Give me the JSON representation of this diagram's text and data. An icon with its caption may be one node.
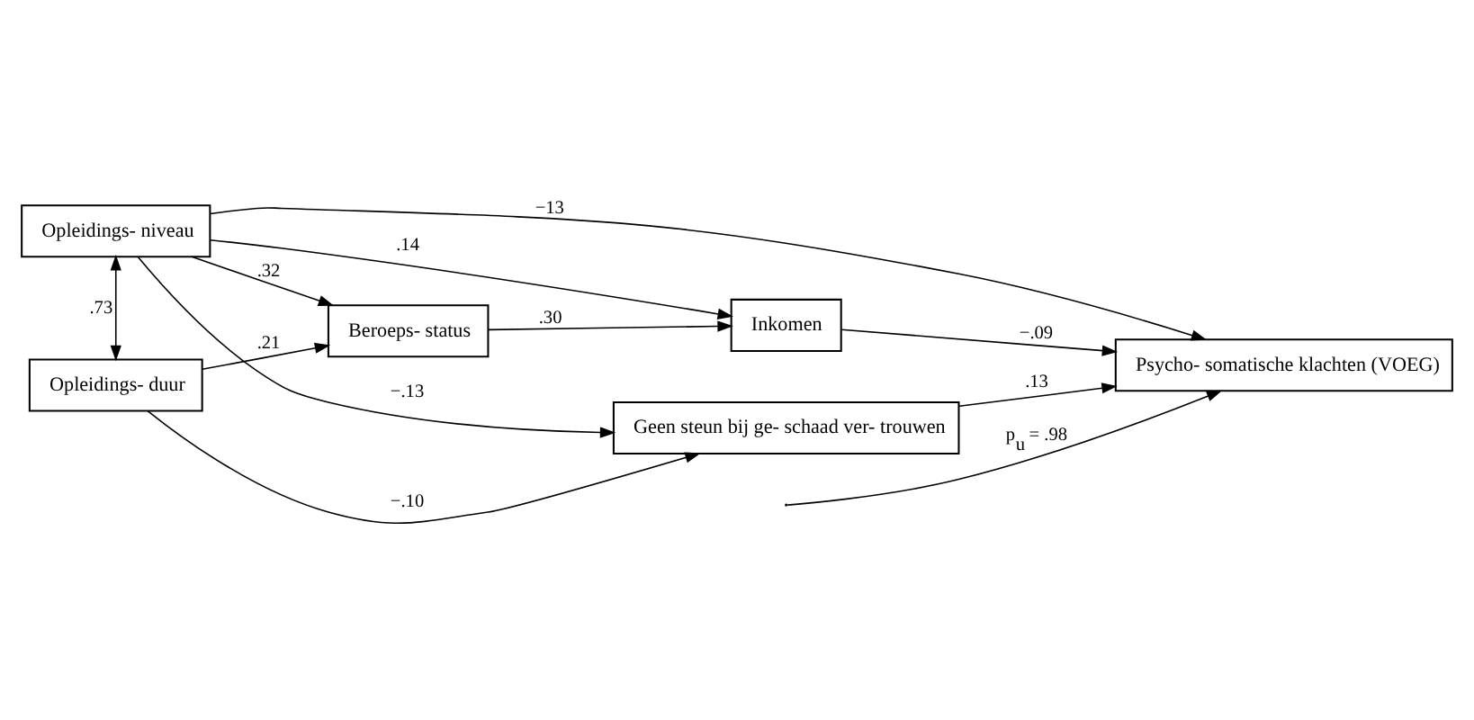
{
  "diagram": {
    "nodes": [
      {
        "text": [
          "Beroeps- status"
        ]
      },
      {
        "text": [
          "Inkomen"
        ]
      },
      {
        "text": [
          "Opleidings- niveau"
        ]
      },
      {
        "text": [
          "Geen steun bij ge- schaad ver- trouwen"
        ]
      },
      {
        "text": [
          "Psycho- somatische klachten (VOEG)"
        ]
      },
      {
        "text": [
          "Opleidings- duur"
        ]
      }
    ],
    "edges": [
      {
        "from": 0,
        "to": 1,
        "arrow": "to",
        "label": ".30"
      },
      {
        "from": 2,
        "to": 0,
        "arrow": "to",
        "label": ".32"
      },
      {
        "from": 5,
        "to": 0,
        "arrow": "to",
        "label": ".21"
      },
      {
        "from": 2,
        "to": 1,
        "arrow": "to",
        "label": ".14"
      },
      {
        "from": 1,
        "to": 4,
        "arrow": "to",
        "label": "−.09"
      },
      {
        "from": 2,
        "to": 4,
        "arrow": "to",
        "label": "−13"
      },
      {
        "from": null,
        "to": 4,
        "arrow": "to",
        "label": "p$_{u}$ = .98"
      },
      {
        "from": 2,
        "to": 3,
        "arrow": "to",
        "label": "−.13"
      },
      {
        "from": 2,
        "to": 5,
        "arrow": "both",
        "label": ".73"
      },
      {
        "from": 3,
        "to": 4,
        "arrow": "to",
        "label": ".13"
      },
      {
        "from": 5,
        "to": 3,
        "arrow": "to",
        "label": "−.10"
      }
    ]
  }
}
